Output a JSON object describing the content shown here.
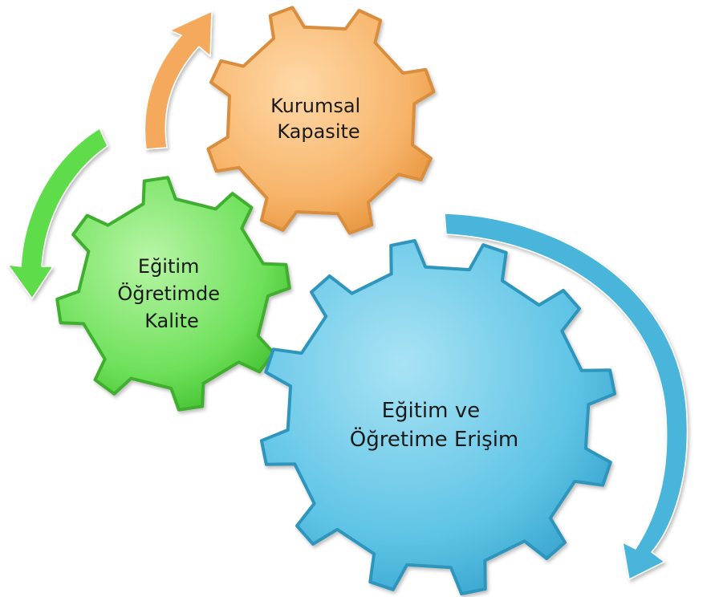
{
  "gears": [
    {
      "id": "kurumsal",
      "lines": [
        "Kurumsal",
        "Kapasite"
      ],
      "color": "#f7b46a",
      "edge": "#d98e3e"
    },
    {
      "id": "kalite",
      "lines": [
        "Eğitim",
        "Öğretimde",
        "Kalite"
      ],
      "color": "#6ee05a",
      "edge": "#3fae2f"
    },
    {
      "id": "erisim",
      "lines": [
        "Eğitim ve",
        "Öğretime Erişim"
      ],
      "color": "#5fc4e6",
      "edge": "#2e95bd"
    }
  ],
  "arrows": {
    "orange": "#f5a95c",
    "green": "#5fdc48",
    "blue": "#4ab5da"
  }
}
